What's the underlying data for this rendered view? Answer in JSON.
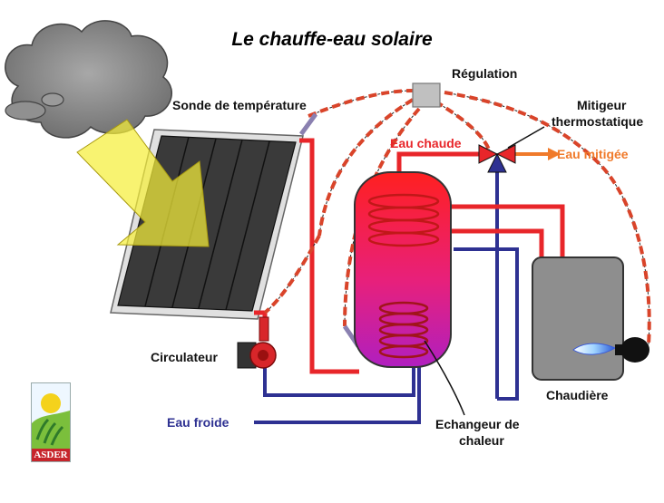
{
  "title": "Le chauffe-eau solaire",
  "labels": {
    "regulation": "Régulation",
    "sonde": "Sonde de température",
    "mitigeur": "Mitigeur",
    "thermostatique": "thermostatique",
    "eau_chaude": "Eau chaude",
    "eau_mitigee": "Eau mitigée",
    "circulateur": "Circulateur",
    "eau_froide": "Eau froide",
    "chaudiere": "Chaudière",
    "echangeur_1": "Echangeur de",
    "echangeur_2": "chaleur"
  },
  "logo": {
    "text": "ASDER"
  },
  "colors": {
    "hot_pipe": "#e8262a",
    "cold_pipe": "#2e3192",
    "mixed_arrow": "#f07a2a",
    "sensor_wire": "#d9442a",
    "eau_chaude_text": "#e8262a",
    "eau_mitigee_text": "#f07a2a",
    "eau_froide_text": "#2e3192"
  },
  "icons": [
    "cloud-icon",
    "sun-ray-arrow-icon",
    "solar-panel-icon",
    "pump-icon",
    "valve-icon",
    "burner-flame-icon",
    "logo-icon"
  ]
}
